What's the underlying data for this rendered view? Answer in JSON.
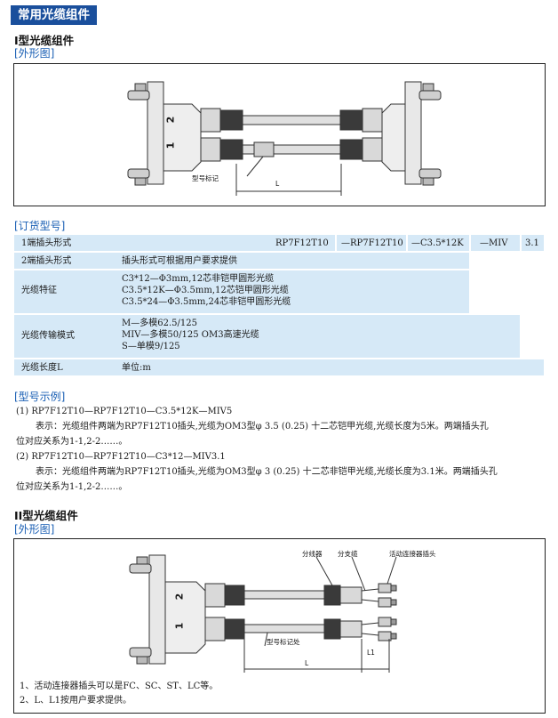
{
  "banner": "常用光缆组件",
  "section1": {
    "title": "I型光缆组件",
    "subtitle": "[外形图]",
    "label_l": "L",
    "label_mark": "型号标记",
    "port1": "1",
    "port2": "2"
  },
  "order": {
    "title": "[订货型号]",
    "rows": [
      {
        "label": "1端插头形式",
        "desc": ""
      },
      {
        "label": "2端插头形式",
        "desc": "插头形式可根据用户要求提供"
      },
      {
        "label": "光缆特征",
        "desc": "C3*12—Φ3mm,12芯非铠甲圆形光缆\nC3.5*12K—Φ3.5mm,12芯铠甲圆形光缆\nC3.5*24—Φ3.5mm,24芯非铠甲圆形光缆"
      },
      {
        "label": "光缆传输模式",
        "desc": "M—多模62.5/125\nMIV—多模50/125 OM3高速光缆\nS—单模9/125"
      },
      {
        "label": "光缆长度L",
        "desc": "单位:m"
      }
    ],
    "code_parts": [
      "RP7F12T10",
      "—RP7F12T10",
      "—C3.5*12K",
      "—MIV",
      "3.1"
    ]
  },
  "examples": {
    "title": "[型号示例]",
    "lines": [
      "(1) RP7F12T10—RP7F12T10—C3.5*12K—MIV5",
      "表示：光缆组件两端为RP7F12T10插头,光缆为OM3型φ 3.5 (0.25) 十二芯铠甲光缆,光缆长度为5米。两端插头孔",
      "位对应关系为1-1,2-2……。",
      "(2) RP7F12T10—RP7F12T10—C3*12—MIV3.1",
      "表示：光缆组件两端为RP7F12T10插头,光缆为OM3型φ 3 (0.25) 十二芯非铠甲光缆,光缆长度为3.1米。两端插头孔",
      "位对应关系为1-1,2-2……。"
    ]
  },
  "section2": {
    "title": "II型光缆组件",
    "subtitle": "[外形图]",
    "label_splitter": "分线器",
    "label_branch": "分支缆",
    "label_connector": "活动连接器插头",
    "label_mark": "型号标记处",
    "label_l": "L",
    "label_l1": "L1",
    "port1": "1",
    "port2": "2",
    "notes": [
      "1、活动连接器插头可以是FC、SC、ST、LC等。",
      "2、L、L1按用户要求提供。"
    ]
  }
}
